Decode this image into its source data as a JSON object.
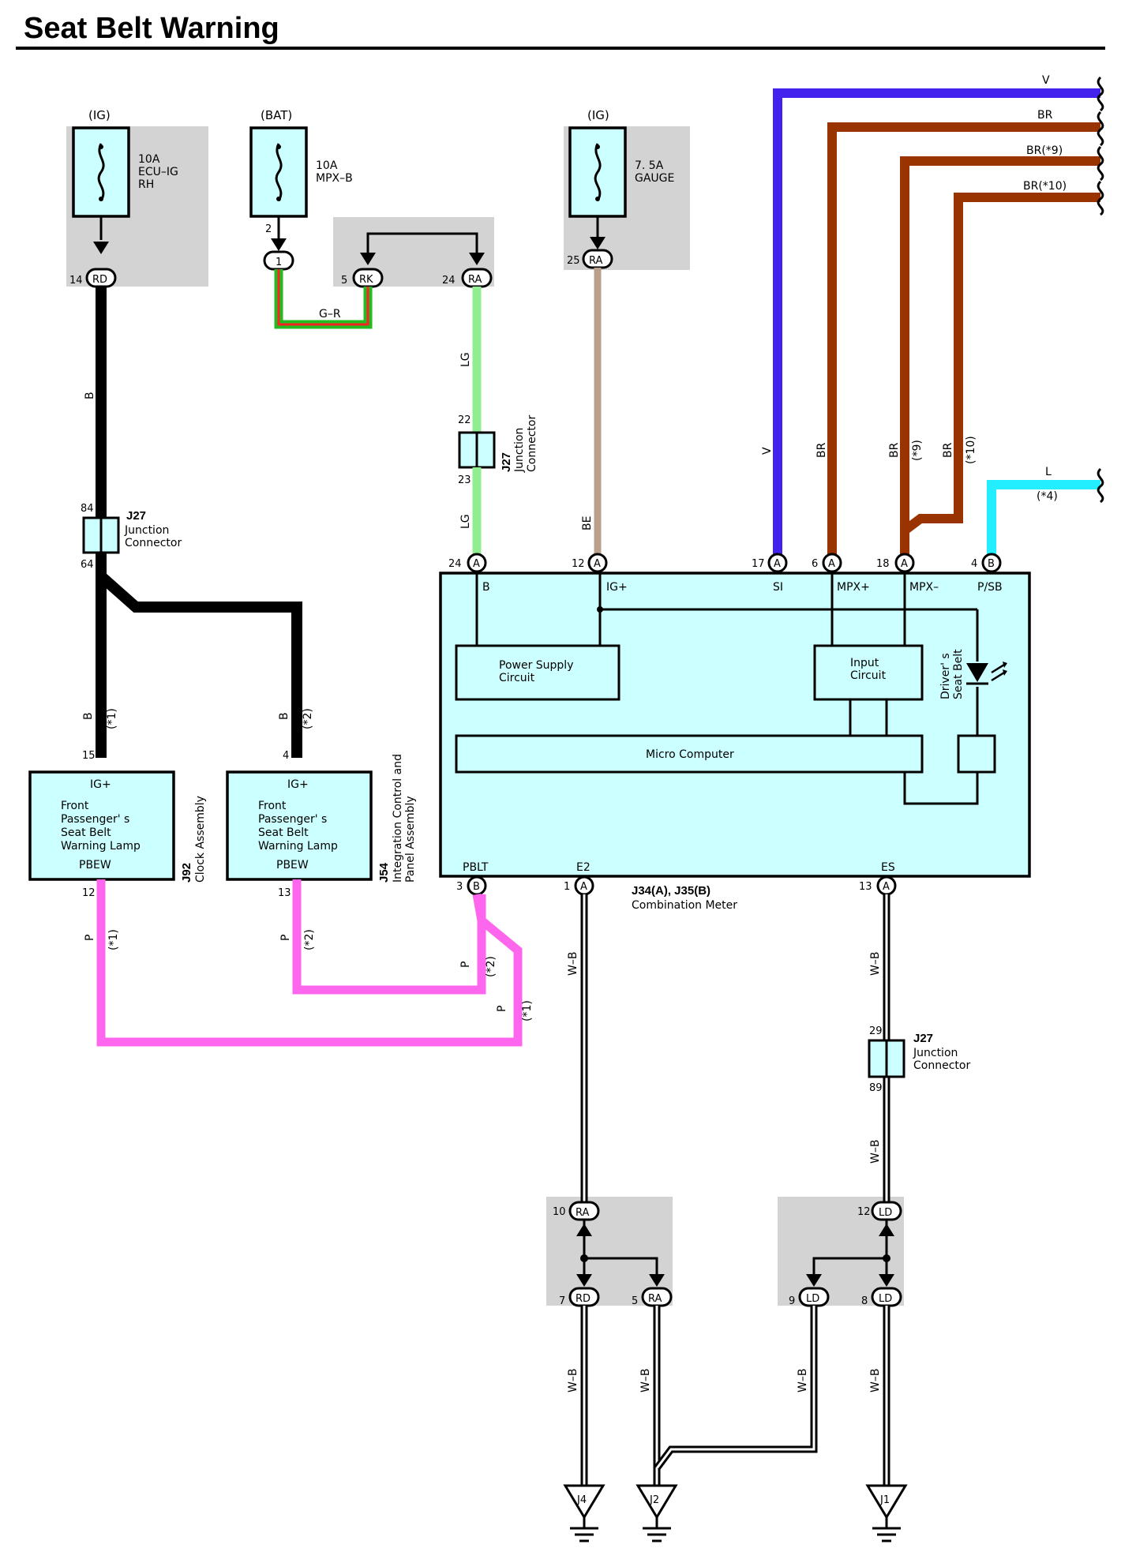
{
  "title": "Seat Belt Warning",
  "fuses": [
    {
      "id": "fuse-ecu-ig",
      "supply": "(IG)",
      "rating": "10A",
      "name_line1": "ECU–IG",
      "name_line2": "RH"
    },
    {
      "id": "fuse-mpx-b",
      "supply": "(BAT)",
      "rating": "10A",
      "name_line1": "MPX–B",
      "name_line2": ""
    },
    {
      "id": "fuse-gauge",
      "supply": "(IG)",
      "rating": "7. 5A",
      "name_line1": "GAUGE",
      "name_line2": ""
    }
  ],
  "wire_colors": {
    "black": "#000000",
    "light_green": "#90ee90",
    "green": "#22bb22",
    "red": "#ff2222",
    "beige": "#b8a08c",
    "violet": "#4422ee",
    "brown": "#993300",
    "blue_l": "#22eeff",
    "pink": "#ff66ee",
    "box_fill": "#ccffff",
    "gray_block": "#d3d3d3"
  },
  "connectors": {
    "c14": "14",
    "rd": "RD",
    "c2": "2",
    "c1": "1",
    "c5": "5",
    "rk": "RK",
    "c24": "24",
    "ra": "RA",
    "c25": "25",
    "c22": "22",
    "c23": "23",
    "c84": "84",
    "c64": "64",
    "c15": "15",
    "c4a": "4",
    "c12a": "12",
    "c13": "13",
    "c3": "3",
    "c1b": "1",
    "c13b": "13",
    "c29": "29",
    "c89": "89",
    "c10": "10",
    "c7": "7",
    "c5b": "5",
    "c12b": "12",
    "c9": "9",
    "c8": "8",
    "a": "A",
    "b": "B",
    "p24": "24",
    "p12": "12",
    "p17": "17",
    "p6": "6",
    "p18": "18",
    "p4": "4",
    "ld": "LD"
  },
  "wires": {
    "b": "B",
    "g_r": "G–R",
    "lg": "LG",
    "be": "BE",
    "v": "V",
    "br": "BR",
    "br9": "BR(*9)",
    "br10": "BR(*10)",
    "l": "L",
    "note4": "(*4)",
    "note1": "(*1)",
    "note2": "(*2)",
    "note9": "(*9)",
    "note10": "(*10)",
    "p": "P",
    "w_b": "W–B"
  },
  "junction": {
    "id": "J27",
    "line1": "Junction",
    "line2": "Connector"
  },
  "meter": {
    "name_ids": "J34(A), J35(B)",
    "name": "Combination Meter",
    "pins_top": [
      "B",
      "IG+",
      "SI",
      "MPX+",
      "MPX–",
      "P/SB"
    ],
    "pins_bottom": [
      "PBLT",
      "E2",
      "ES"
    ],
    "power_supply_1": "Power Supply",
    "power_supply_2": "Circuit",
    "input_1": "Input",
    "input_2": "Circuit",
    "micro": "Micro Computer",
    "driver_1": "Driver' s",
    "driver_2": "Seat Belt"
  },
  "lamps": {
    "ig": "IG+",
    "line1": "Front",
    "line2": "Passenger' s",
    "line3": "Seat Belt",
    "line4": "Warning Lamp",
    "pbew": "PBEW",
    "j92_id": "J92",
    "j92_name": "Clock Assembly",
    "j54_id": "J54",
    "j54_name1": "Integration Control and",
    "j54_name2": "Panel Assembly"
  },
  "grounds": [
    "J4",
    "J2",
    "J1"
  ]
}
